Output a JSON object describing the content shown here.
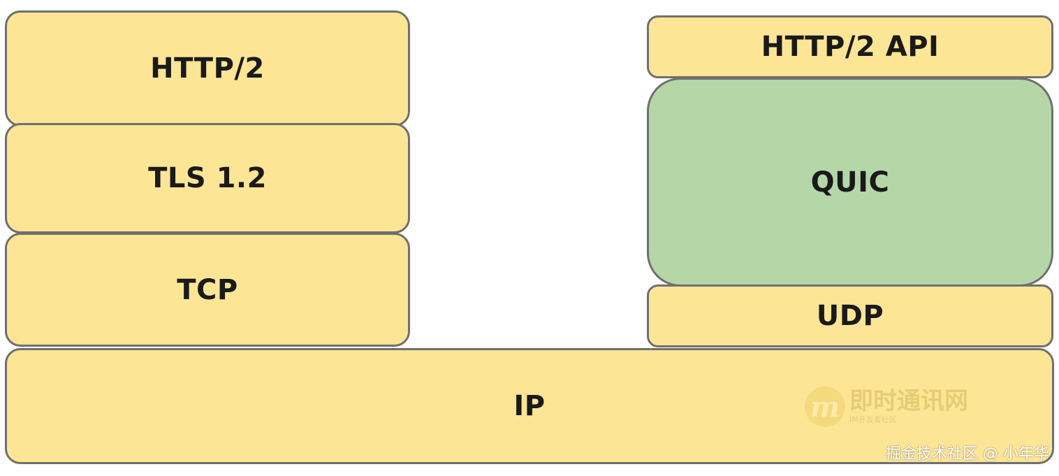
{
  "stack_left": {
    "http2": "HTTP/2",
    "tls": "TLS 1.2",
    "tcp": "TCP"
  },
  "stack_right": {
    "http2_api": "HTTP/2 API",
    "quic": "QUIC",
    "udp": "UDP"
  },
  "shared": {
    "ip": "IP"
  },
  "watermark": {
    "logo_letter": "m",
    "name": "即时通讯网",
    "tagline": "IM开发者社区"
  },
  "credit": "掘金技术社区 @ 小年华",
  "colors": {
    "protocol_layer": "#fde596",
    "quic_layer": "#b5d6a7",
    "border": "#6f6f6f"
  }
}
